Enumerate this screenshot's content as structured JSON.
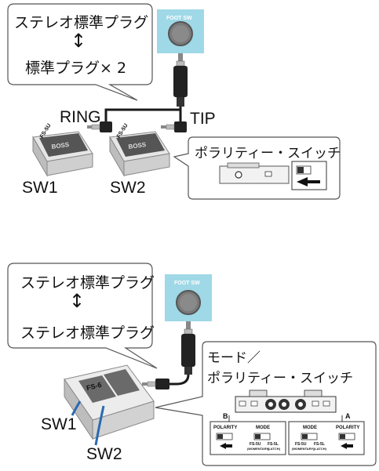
{
  "top": {
    "callout": {
      "line1": "ステレオ標準プラグ",
      "arrow": "↕",
      "line2": "標準プラグ× 2"
    },
    "jack_label": "FOOT SW",
    "ring_label": "RING",
    "tip_label": "TIP",
    "sw1_label": "SW1",
    "sw2_label": "SW2",
    "pedal_brand": "FS-5U",
    "switch_callout": "ポラリティー・スイッチ"
  },
  "bottom": {
    "callout": {
      "line1": "ステレオ標準プラグ",
      "arrow": "↕",
      "line2": "ステレオ標準プラグ"
    },
    "jack_label": "FOOT SW",
    "mode_callout_line1": "モード／",
    "mode_callout_line2": "ポラリティー・スイッチ",
    "sw1_label": "SW1",
    "sw2_label": "SW2",
    "pedal_brand": "FS-6",
    "panel": {
      "side_b": "B",
      "side_a": "A",
      "polarity_left": "POLARITY",
      "mode_left": "MODE",
      "mode_left_opt1": "FS-5U",
      "mode_left_opt1b": "(MOMENTARY)",
      "mode_left_opt2": "FS-5L",
      "mode_left_opt2b": "(LATCH)",
      "mode_right": "MODE",
      "mode_right_opt1": "FS-5U",
      "mode_right_opt1b": "(MOMENTARY)",
      "mode_right_opt2": "FS-5L",
      "mode_right_opt2b": "(LATCH)",
      "polarity_right": "POLARITY"
    }
  },
  "colors": {
    "jack_panel": "#9fd8e6",
    "cable": "#1a1a1a",
    "cable_blue": "#2a6ab0",
    "pedal_body": "#d9d9d9"
  }
}
